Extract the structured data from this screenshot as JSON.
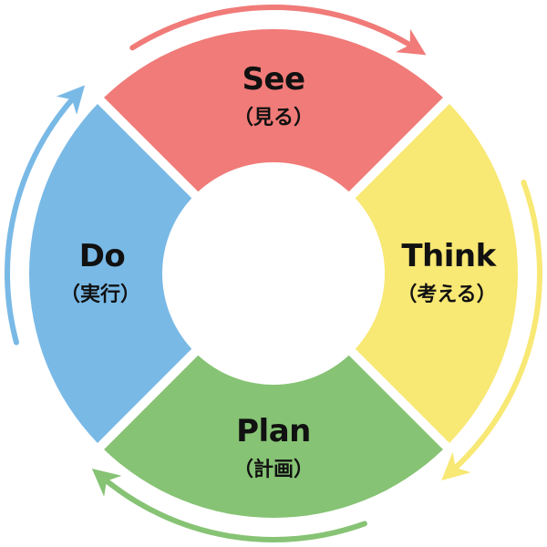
{
  "cycle": {
    "colors": {
      "see": "#F07B78",
      "think": "#F8E874",
      "plan": "#86C374",
      "do": "#79B9E6",
      "background": "#FFFFFF",
      "text": "#111111"
    },
    "segments": [
      {
        "id": "see",
        "title": "See",
        "subtitle": "（見る）"
      },
      {
        "id": "think",
        "title": "Think",
        "subtitle": "（考える）"
      },
      {
        "id": "plan",
        "title": "Plan",
        "subtitle": "（計画）"
      },
      {
        "id": "do",
        "title": "Do",
        "subtitle": "（実行）"
      }
    ],
    "arrows": [
      {
        "id": "see-to-think",
        "color": "see"
      },
      {
        "id": "think-to-plan",
        "color": "think"
      },
      {
        "id": "plan-to-do",
        "color": "plan"
      },
      {
        "id": "do-to-see",
        "color": "do"
      }
    ]
  }
}
